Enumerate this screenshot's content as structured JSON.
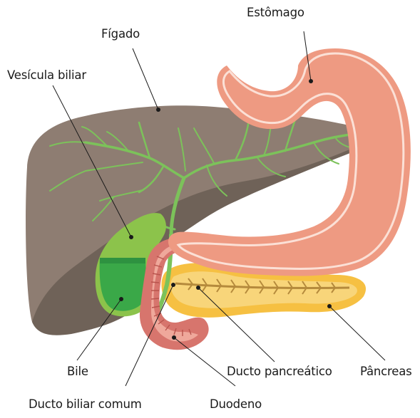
{
  "labels": {
    "estomago": "Estômago",
    "figado": "Fígado",
    "vesicula": "Vesícula biliar",
    "bile": "Bile",
    "ducto_biliar": "Ducto biliar comum",
    "duodeno": "Duodeno",
    "ducto_pancreatico": "Ducto pancreático",
    "pancreas": "Pâncreas"
  },
  "colors": {
    "liver": "#8e7d72",
    "liver_shadow": "#6f6258",
    "bile_ducts": "#7cc25a",
    "gallbladder": "#8cc34b",
    "bile": "#3aa848",
    "stomach": "#ee9a82",
    "stomach_inner": "#fbe0d6",
    "duodenum": "#d7756d",
    "pancreas": "#f6c042",
    "pancreas_inner": "#f8d57a",
    "pancreatic_duct": "#b58a3c",
    "leader_lines": "#1a1a1a"
  }
}
